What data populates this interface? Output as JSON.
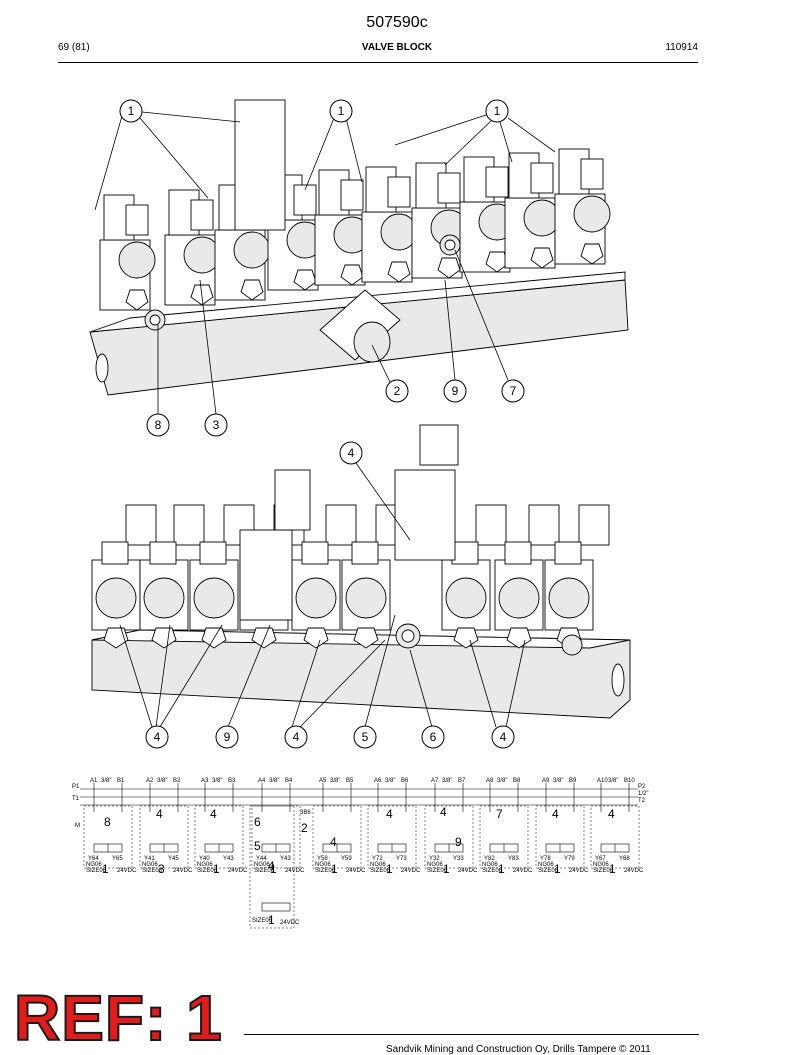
{
  "header": {
    "doc_number": "507590c",
    "page": "69 (81)",
    "title": "VALVE BLOCK",
    "date": "110914"
  },
  "callouts_top": [
    "1",
    "1",
    "1",
    "2",
    "9",
    "7",
    "8",
    "3"
  ],
  "callouts_bottom": [
    "4",
    "4",
    "9",
    "4",
    "5",
    "6",
    "4"
  ],
  "schematic": {
    "ports": [
      "A1",
      "B1",
      "A2",
      "B2",
      "A3",
      "B3",
      "A4",
      "B4",
      "A5",
      "B5",
      "A6",
      "B6",
      "A7",
      "B7",
      "A8",
      "B8",
      "A9",
      "B9",
      "A10",
      "B10"
    ],
    "size_label": "3/8\"",
    "left_lines": [
      "P1",
      "T1",
      "M"
    ],
    "right_lines": [
      "P2",
      "1/2\"",
      "T2"
    ],
    "mid_label": "3B6",
    "section_items": [
      "8",
      "4",
      "4",
      "6",
      "5",
      "4",
      "2",
      "4",
      "4",
      "9",
      "7",
      "4",
      "4",
      "4"
    ],
    "coils": [
      "Y64",
      "Y65",
      "Y41",
      "Y45",
      "Y40",
      "Y43",
      "Y44",
      "Y43",
      "Y58",
      "Y59",
      "Y72",
      "Y73",
      "Y32",
      "Y33",
      "Y82",
      "Y83",
      "Y78",
      "Y79",
      "Y67",
      "Y68"
    ],
    "valve_type": "NG06",
    "valve_size": "SIZE06",
    "voltage": "24VDC",
    "valve_number": "1",
    "valve_number_alt": "3"
  },
  "stamp": {
    "text": "REF: 1",
    "color": "#e21b1b"
  },
  "footer": {
    "copyright": "Sandvik Mining and Construction Oy, Drills Tampere © 2011"
  }
}
